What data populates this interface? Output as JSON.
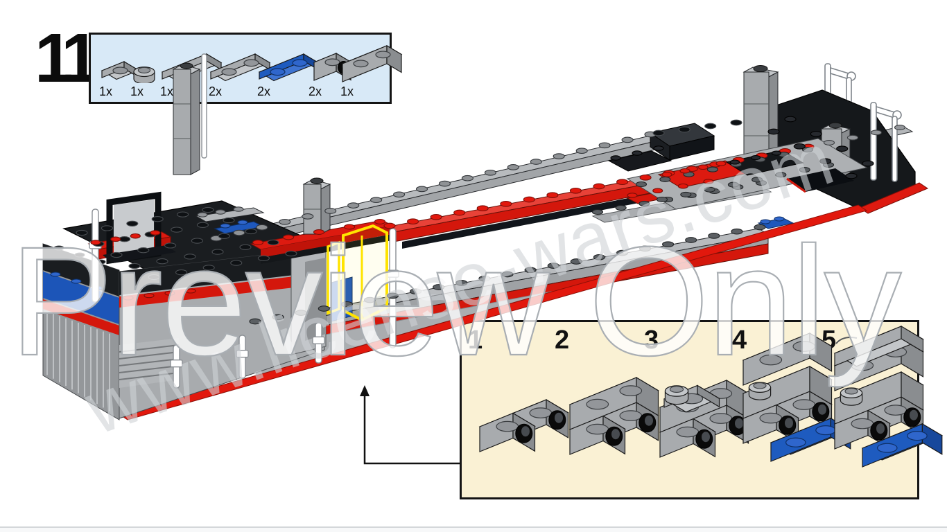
{
  "step": {
    "number": "11"
  },
  "parts_panel": {
    "items": [
      {
        "part": "plate-1x1-gray",
        "qty": "1x",
        "color": "gray"
      },
      {
        "part": "plate-1x1-round-gray",
        "qty": "1x",
        "color": "gray"
      },
      {
        "part": "tile-1x2-gray",
        "qty": "1x",
        "color": "gray"
      },
      {
        "part": "plate-1x2-gray",
        "qty": "2x",
        "color": "gray"
      },
      {
        "part": "plate-1x2-blue",
        "qty": "2x",
        "color": "blue"
      },
      {
        "part": "brick-1x1-side-hole-gray",
        "qty": "2x",
        "color": "gray"
      },
      {
        "part": "brick-1x2-gray",
        "qty": "1x",
        "color": "gray"
      }
    ]
  },
  "callout": {
    "step_labels": [
      "1",
      "2",
      "3",
      "4",
      "5"
    ]
  },
  "watermark": {
    "text": "Preview Only",
    "url_text": "www.license-wars.com"
  },
  "colors": {
    "parts_panel_bg": "#d8e9f7",
    "callout_bg": "#faf1d4",
    "brick_gray": "#a8abae",
    "brick_blue": "#1e5bbf",
    "brick_red": "#dd1a10",
    "brick_black": "#1a1d20",
    "highlight_yellow": "#ffe400"
  }
}
